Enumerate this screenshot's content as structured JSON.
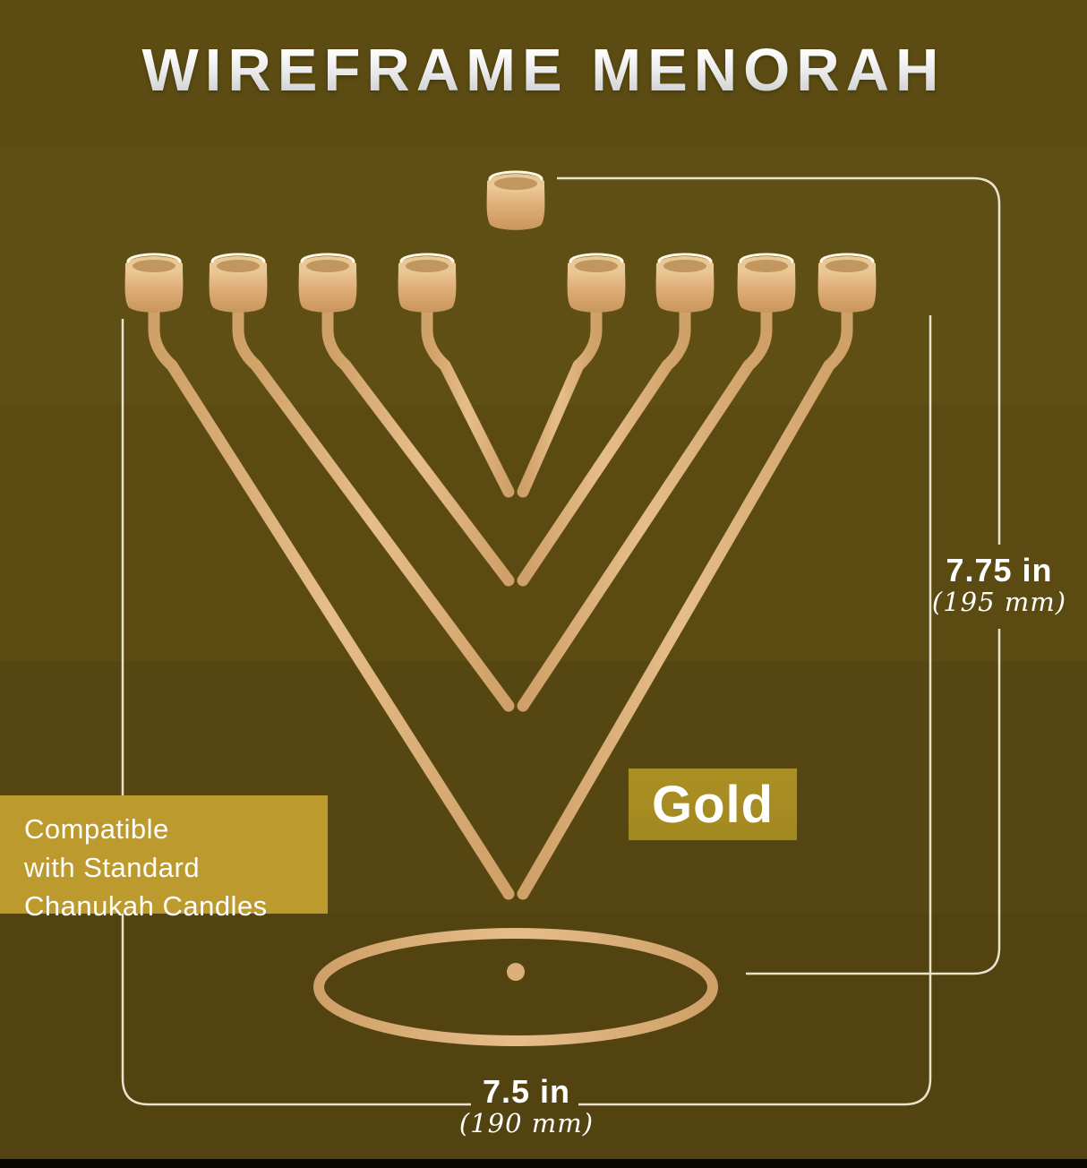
{
  "title": "WIREFRAME MENORAH",
  "badge": {
    "label": "Gold"
  },
  "note": {
    "lines": [
      "Compatible",
      "with Standard",
      "Chanukah Candles"
    ]
  },
  "dimensions": {
    "height": {
      "imperial": "7.75 in",
      "metric": "(195 mm)"
    },
    "width": {
      "imperial": "7.5 in",
      "metric": "(190 mm)"
    }
  },
  "colors": {
    "note_gold": "#bd9a2e",
    "badge_gold": "#a18820",
    "metal_gold": "#d9a873",
    "dimension_line": "#f2ebd7",
    "backdrop_olive": "#5c4c13"
  }
}
